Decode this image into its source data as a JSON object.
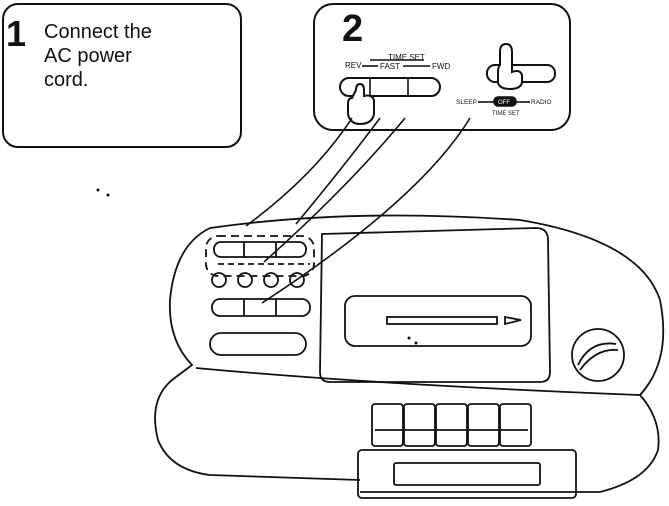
{
  "steps": [
    {
      "number": "1",
      "lines": [
        "Connect the",
        "AC power",
        "cord."
      ]
    },
    {
      "number": "2"
    }
  ],
  "panel_labels": {
    "time_set_top": "TIME SET",
    "rev": "REV",
    "fast": "FAST",
    "fwd": "FWD",
    "sleep": "SLEEP",
    "off": "OFF",
    "radio": "RADIO",
    "time_set_bottom": "TIME SET"
  }
}
